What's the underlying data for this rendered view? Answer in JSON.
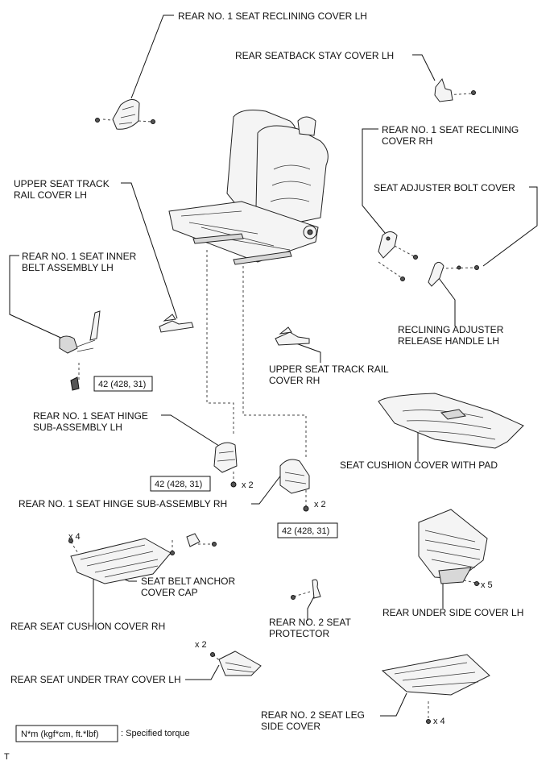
{
  "labels": {
    "rear_no1_reclining_cover_lh": "REAR NO. 1 SEAT RECLINING COVER LH",
    "rear_seatback_stay_cover_lh": "REAR SEATBACK STAY COVER LH",
    "rear_no1_reclining_cover_rh_1": "REAR NO. 1 SEAT RECLINING",
    "rear_no1_reclining_cover_rh_2": "COVER RH",
    "seat_adjuster_bolt_cover": "SEAT ADJUSTER BOLT COVER",
    "upper_seat_track_rail_cover_lh_1": "UPPER SEAT TRACK",
    "upper_seat_track_rail_cover_lh_2": "RAIL COVER LH",
    "rear_no1_inner_belt_lh_1": "REAR NO. 1 SEAT INNER",
    "rear_no1_inner_belt_lh_2": "BELT ASSEMBLY LH",
    "reclining_adjuster_handle_1": "RECLINING ADJUSTER",
    "reclining_adjuster_handle_2": "RELEASE HANDLE LH",
    "upper_seat_track_rail_cover_rh_1": "UPPER SEAT TRACK RAIL",
    "upper_seat_track_rail_cover_rh_2": "COVER RH",
    "rear_no1_hinge_lh_1": "REAR NO. 1 SEAT HINGE",
    "rear_no1_hinge_lh_2": "SUB-ASSEMBLY LH",
    "seat_cushion_cover_pad": "SEAT CUSHION COVER WITH PAD",
    "rear_no1_hinge_rh": "REAR NO. 1 SEAT HINGE SUB-ASSEMBLY RH",
    "seat_belt_anchor_cap_1": "SEAT BELT ANCHOR",
    "seat_belt_anchor_cap_2": "COVER CAP",
    "rear_seat_cushion_cover_rh": "REAR SEAT CUSHION COVER RH",
    "rear_no2_protector_1": "REAR NO. 2 SEAT",
    "rear_no2_protector_2": "PROTECTOR",
    "rear_under_side_cover_lh": "REAR UNDER SIDE COVER LH",
    "rear_seat_under_tray_lh": "REAR SEAT UNDER TRAY COVER LH",
    "rear_no2_leg_side_cover_1": "REAR NO. 2 SEAT LEG",
    "rear_no2_leg_side_cover_2": "SIDE COVER"
  },
  "torque": {
    "belt": "42 (428, 31)",
    "hinge_lh": "42 (428, 31)",
    "hinge_rh": "42 (428, 31)"
  },
  "quantities": {
    "x2_hinge_lh": "x 2",
    "x2_hinge_rh": "x 2",
    "x4_cushion_cover": "x 4",
    "x5_under_side": "x 5",
    "x2_under_tray": "x 2",
    "x4_leg_cover": "x 4"
  },
  "legend": {
    "unit": "N*m (kgf*cm, ft.*lbf)",
    "text": ": Specified torque"
  },
  "corner_mark": "T"
}
